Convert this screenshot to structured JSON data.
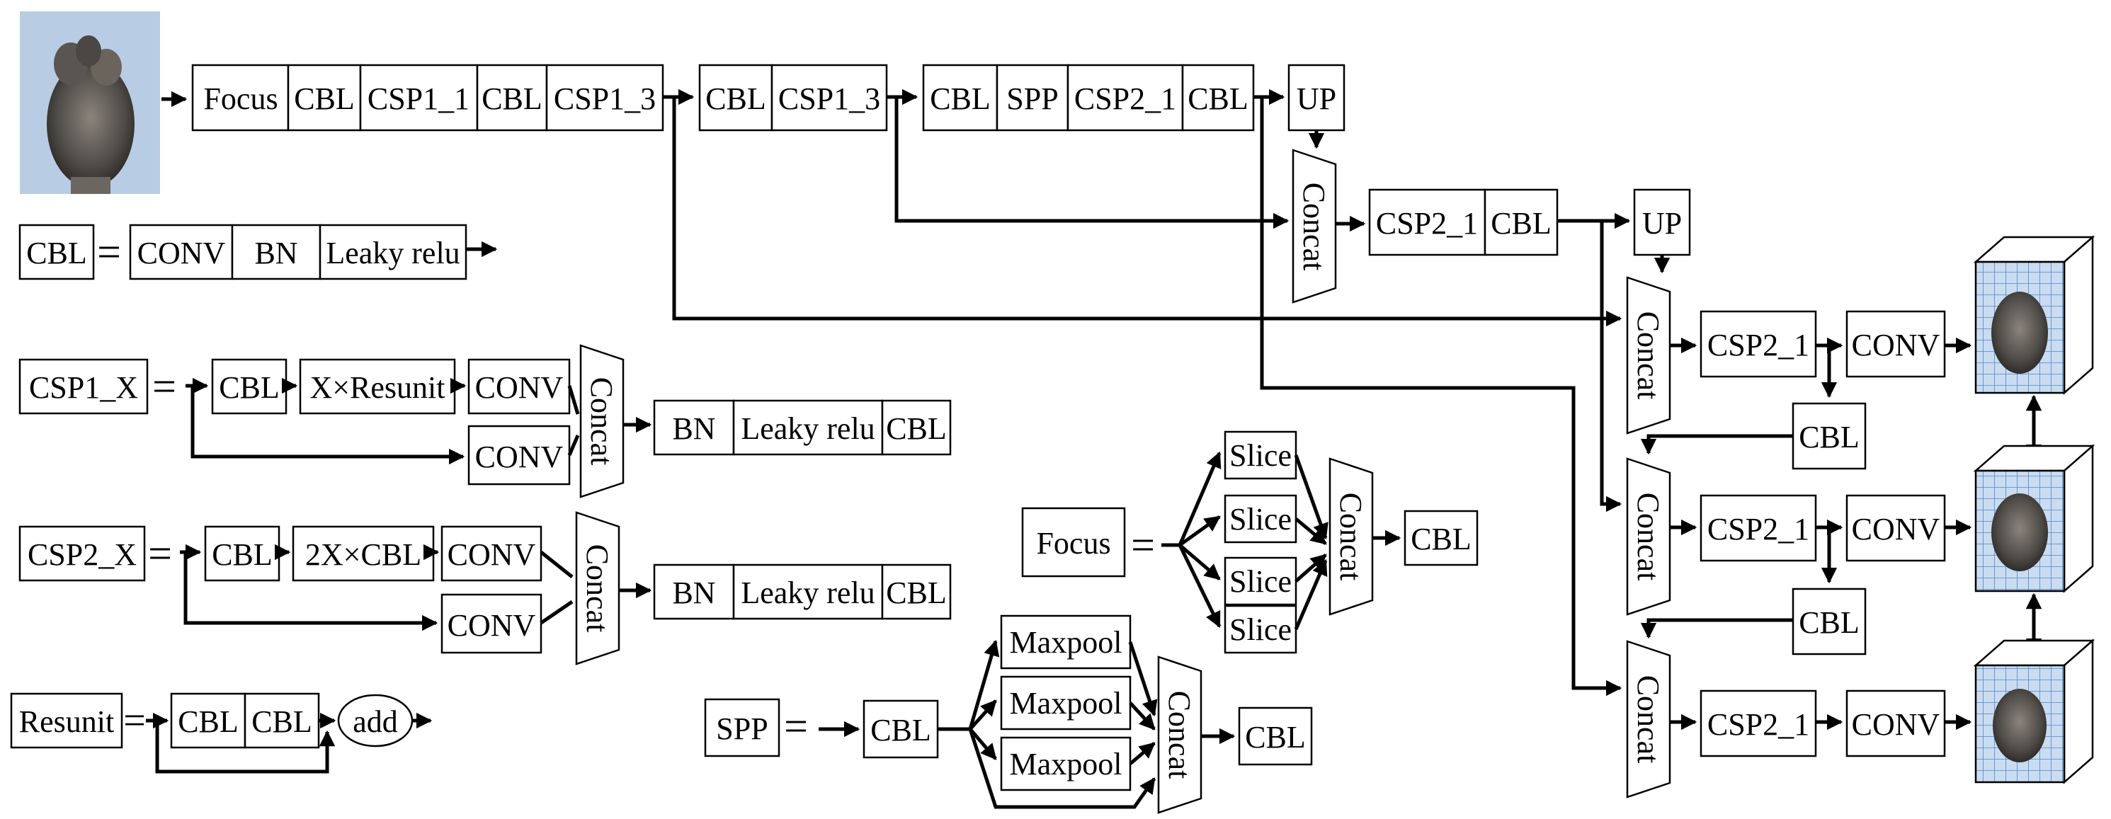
{
  "backbone": {
    "row": [
      "Focus",
      "CBL",
      "CSP1_1",
      "CBL",
      "CSP1_3"
    ],
    "stage2": [
      "CBL",
      "CSP1_3"
    ],
    "stage3": [
      "CBL",
      "SPP",
      "CSP2_1",
      "CBL"
    ],
    "up1": "UP"
  },
  "neck": {
    "concat_label": "Concat",
    "stage_a": [
      "CSP2_1",
      "CBL"
    ],
    "up2": "UP",
    "head_csp": "CSP2_1",
    "head_conv": "CONV",
    "down_cbl": "CBL"
  },
  "legend": {
    "equals": "=",
    "cbl": {
      "name": "CBL",
      "parts": [
        "CONV",
        "BN",
        "Leaky relu"
      ]
    },
    "csp1": {
      "name": "CSP1_X",
      "top": [
        "CBL",
        "X×Resunit",
        "CONV"
      ],
      "bottom": "CONV",
      "tail": [
        "BN",
        "Leaky relu",
        "CBL"
      ]
    },
    "csp2": {
      "name": "CSP2_X",
      "top": [
        "CBL",
        "2X×CBL",
        "CONV"
      ],
      "bottom": "CONV",
      "tail": [
        "BN",
        "Leaky relu",
        "CBL"
      ]
    },
    "resunit": {
      "name": "Resunit",
      "parts": [
        "CBL",
        "CBL"
      ],
      "add": "add"
    },
    "focus": {
      "name": "Focus",
      "slices": [
        "Slice",
        "Slice",
        "Slice",
        "Slice"
      ],
      "out": "CBL"
    },
    "spp": {
      "name": "SPP",
      "first": "CBL",
      "pools": [
        "Maxpool",
        "Maxpool",
        "Maxpool"
      ],
      "out": "CBL"
    }
  },
  "colors": {
    "line": "#000000",
    "grid": "#5a8fd0",
    "image_bg": "#b9cfe6",
    "object": "#5e5a55"
  }
}
